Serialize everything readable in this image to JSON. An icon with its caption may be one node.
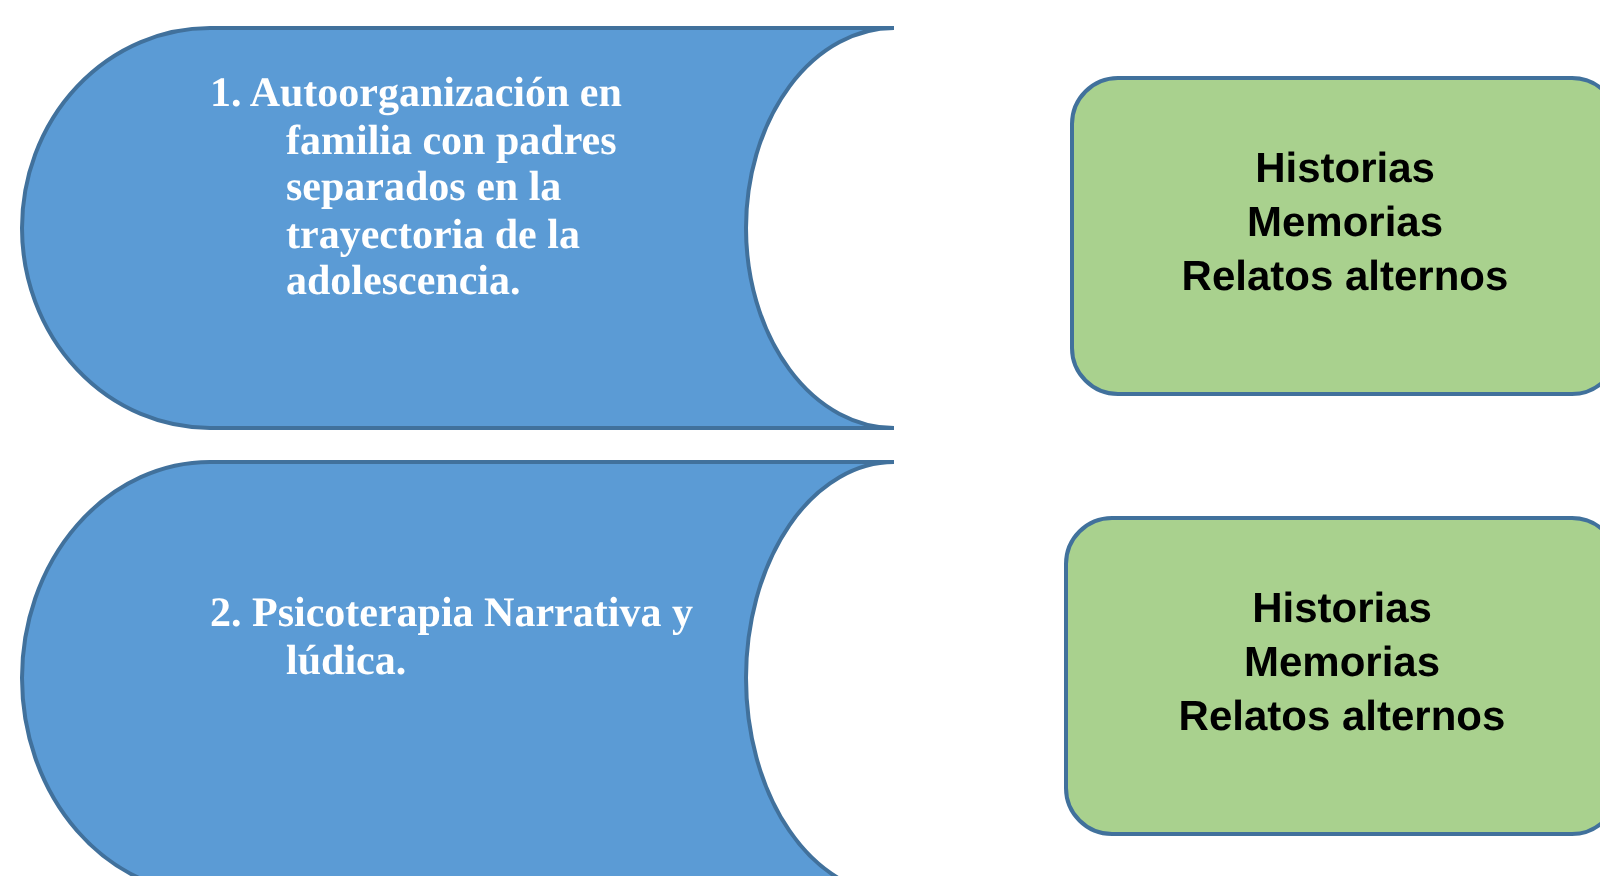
{
  "diagram": {
    "nodes": [
      {
        "text": [
          "1. Autoorganización en familia con padres separados en la trayectoria de la adolescencia."
        ]
      },
      {
        "text": [
          "Historias",
          "Memorias",
          "Relatos alternos"
        ]
      },
      {
        "text": [
          "2. Psicoterapia Narrativa y lúdica."
        ]
      },
      {
        "text": [
          "Historias",
          "Memorias",
          "Relatos alternos"
        ]
      }
    ]
  }
}
